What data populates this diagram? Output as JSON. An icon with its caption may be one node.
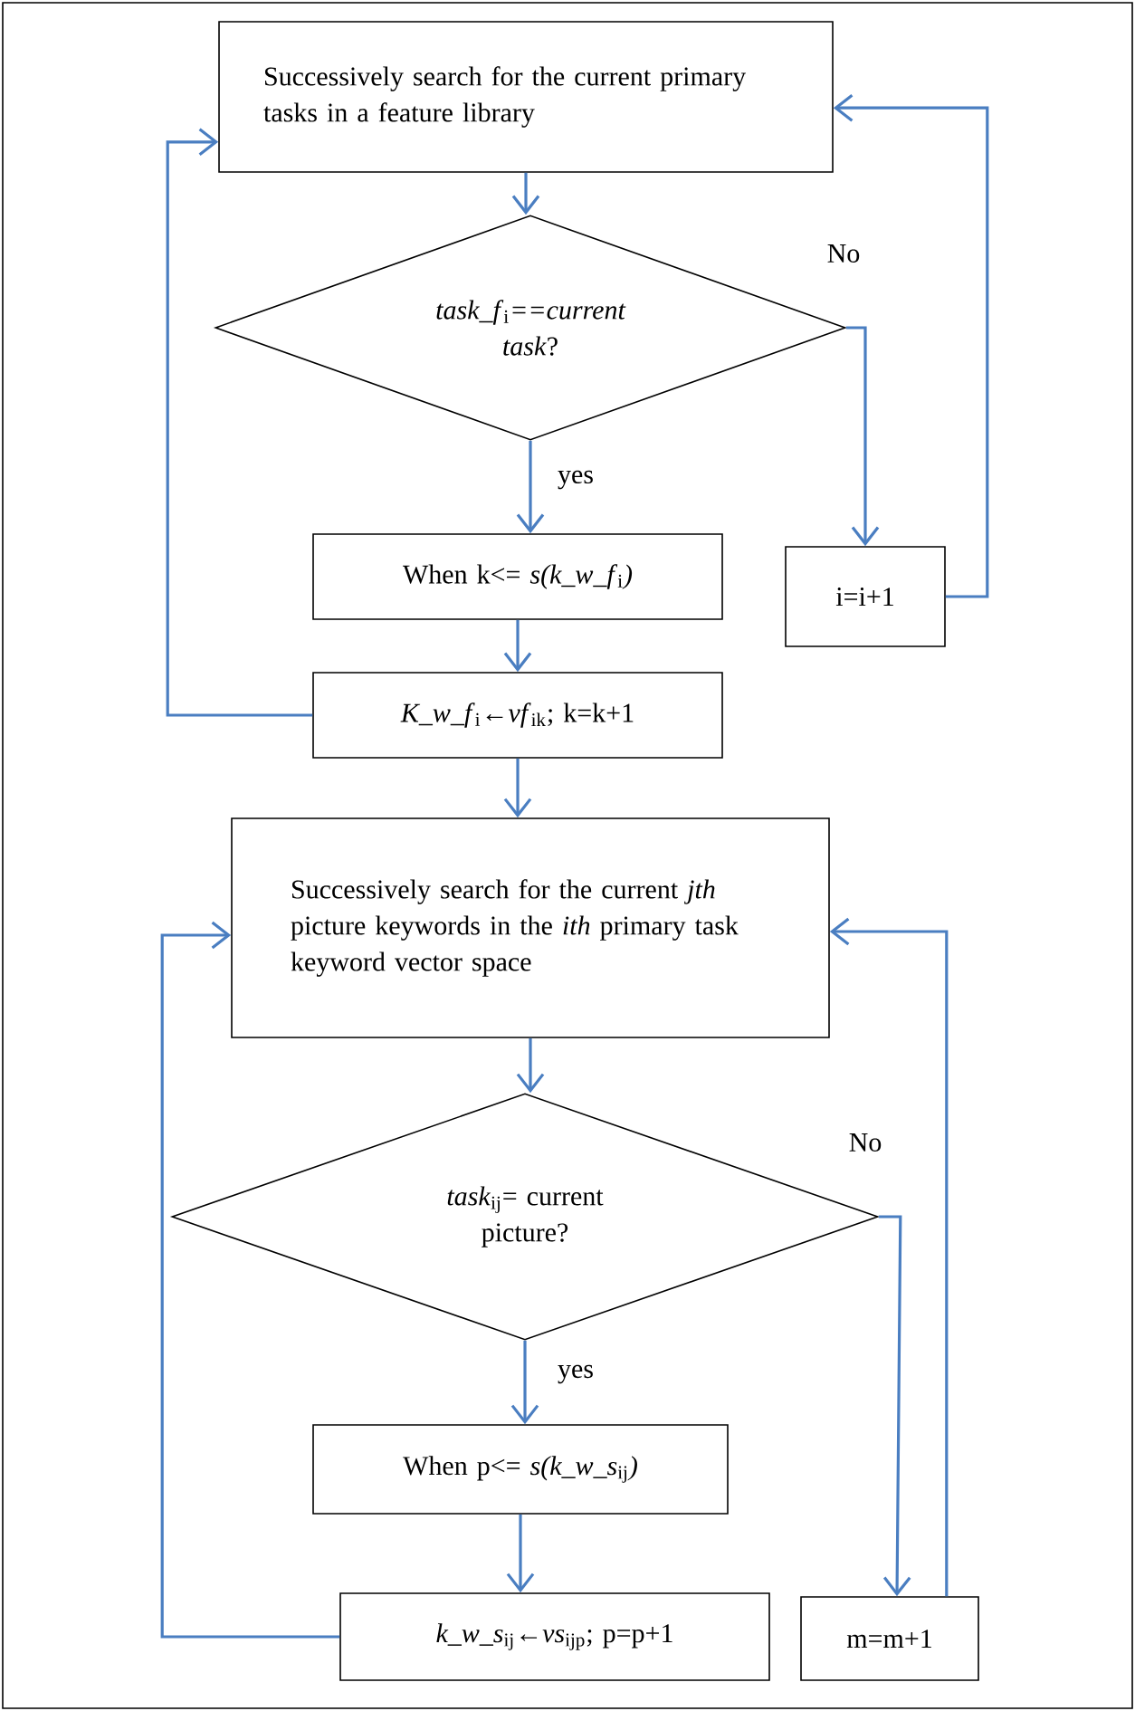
{
  "diagram": {
    "nodes": [
      {
        "text": [
          "Successively search for the current primary tasks in a feature library"
        ]
      },
      {
        "text": [
          "*task_f*$_{i}$*==current task*?"
        ]
      },
      {
        "text": [
          "When k<= *s(k_w_f*$_{i}$*)*"
        ]
      },
      {
        "text": [
          "*K_w_f*$_{i}$←*vf*$_{ik}$; k=k+1"
        ]
      },
      {
        "text": [
          "i=i+1"
        ]
      },
      {
        "text": [
          "Successively search for the current *jth* picture keywords in the *ith* primary task keyword vector space"
        ]
      },
      {
        "text": [
          "*task*$_{ij}$= current picture?"
        ]
      },
      {
        "text": [
          "When p<= *s(k_w_s*$_{ij}$*)*"
        ]
      },
      {
        "text": [
          "*k_w_s*$_{ij}$←*vs*$_{ijp}$; p=p+1"
        ]
      },
      {
        "text": [
          "m=m+1"
        ]
      }
    ],
    "edges": [
      {
        "from": 0,
        "to": 1,
        "arrow": "to"
      },
      {
        "from": 1,
        "to": 4,
        "arrow": "to",
        "label": "No"
      },
      {
        "from": 1,
        "to": 2,
        "arrow": "to",
        "label": "yes"
      },
      {
        "from": 2,
        "to": 3,
        "arrow": "to"
      },
      {
        "from": 3,
        "to": 0,
        "arrow": "to"
      },
      {
        "from": 4,
        "to": 0,
        "arrow": "to"
      },
      {
        "from": 3,
        "to": 5,
        "arrow": "to"
      },
      {
        "from": 5,
        "to": 6,
        "arrow": "to"
      },
      {
        "from": 6,
        "to": 7,
        "arrow": "to",
        "label": "yes"
      },
      {
        "from": 6,
        "to": 9,
        "arrow": "to",
        "label": "No"
      },
      {
        "from": 7,
        "to": 8,
        "arrow": "to"
      },
      {
        "from": 8,
        "to": 5,
        "arrow": "to"
      },
      {
        "from": 9,
        "to": 5,
        "arrow": "to"
      }
    ]
  }
}
